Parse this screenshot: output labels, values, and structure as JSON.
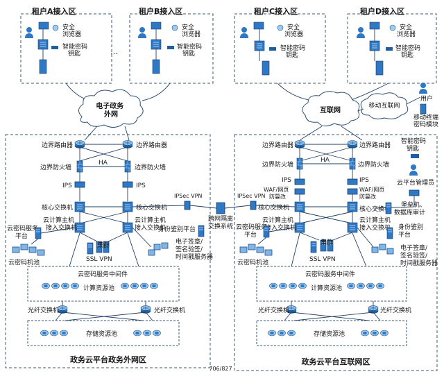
{
  "tenants": [
    {
      "title": "租户A接入区",
      "browser": "安全浏览器",
      "key": "智能密码钥匙"
    },
    {
      "title": "租户B接入区",
      "browser": "安全浏览器",
      "key": "智能密码钥匙"
    },
    {
      "title": "租户C接入区",
      "browser": "安全浏览器",
      "key": "智能密码钥匙"
    },
    {
      "title": "租户D接入区",
      "browser": "安全浏览器",
      "key": "智能密码钥匙"
    }
  ],
  "ellipsis": "…",
  "clouds": {
    "gov_extranet": "电子政务外网",
    "internet": "互联网",
    "mobile_internet": "移动互联网"
  },
  "mobile": {
    "user": "用户",
    "module": "移动终端密码模块"
  },
  "left_zone": {
    "title": "政务云平台政务外网区",
    "border_router": "边界路由器",
    "border_firewall": "边界防火墙",
    "ha": "HA",
    "ips": "IPS",
    "core_switch": "核心交换机",
    "host_switch": "云计算主机接入交换机",
    "crypto_platform": "云密码服务平台",
    "auth_platform": "身份鉴别平台",
    "cluster": "集群",
    "ssl_vpn": "SSL VPN",
    "esign": "电子签章/签名验签/时间戳服务器",
    "crypto_pool": "云密码机池",
    "middleware": "云密码服务中间件",
    "compute_pool": "计算资源池",
    "fiber_switch": "光纤交换机",
    "storage_pool": "存储资源池"
  },
  "right_zone": {
    "title": "政务云平台互联网区",
    "border_router": "边界路由器",
    "border_firewall": "边界防火墙",
    "ha": "HA",
    "ips": "IPS",
    "waf": "WAF/网页防篡改",
    "core_switch": "核心交换机",
    "host_switch": "云计算主机接入交换机",
    "crypto_platform": "云密码服务平台",
    "auth_platform": "身份鉴别平台",
    "cluster": "集群",
    "ssl_vpn": "SSL VPN",
    "esign": "电子签章/签名验签/时间戳服务器",
    "crypto_pool": "云密码机池",
    "middleware": "云密码服务中间件",
    "compute_pool": "计算资源池",
    "fiber_switch": "光纤交换机",
    "storage_pool": "存储资源池",
    "smart_key": "智能密码钥匙",
    "admin": "云平台管理员",
    "bastion": "堡垒机、数据库审计"
  },
  "middle": {
    "ipsec_left": "IPSec VPN",
    "ipsec_right": "IPSec VPN",
    "gateway": "跨网隔离交换系统"
  },
  "page_number": "706/827"
}
